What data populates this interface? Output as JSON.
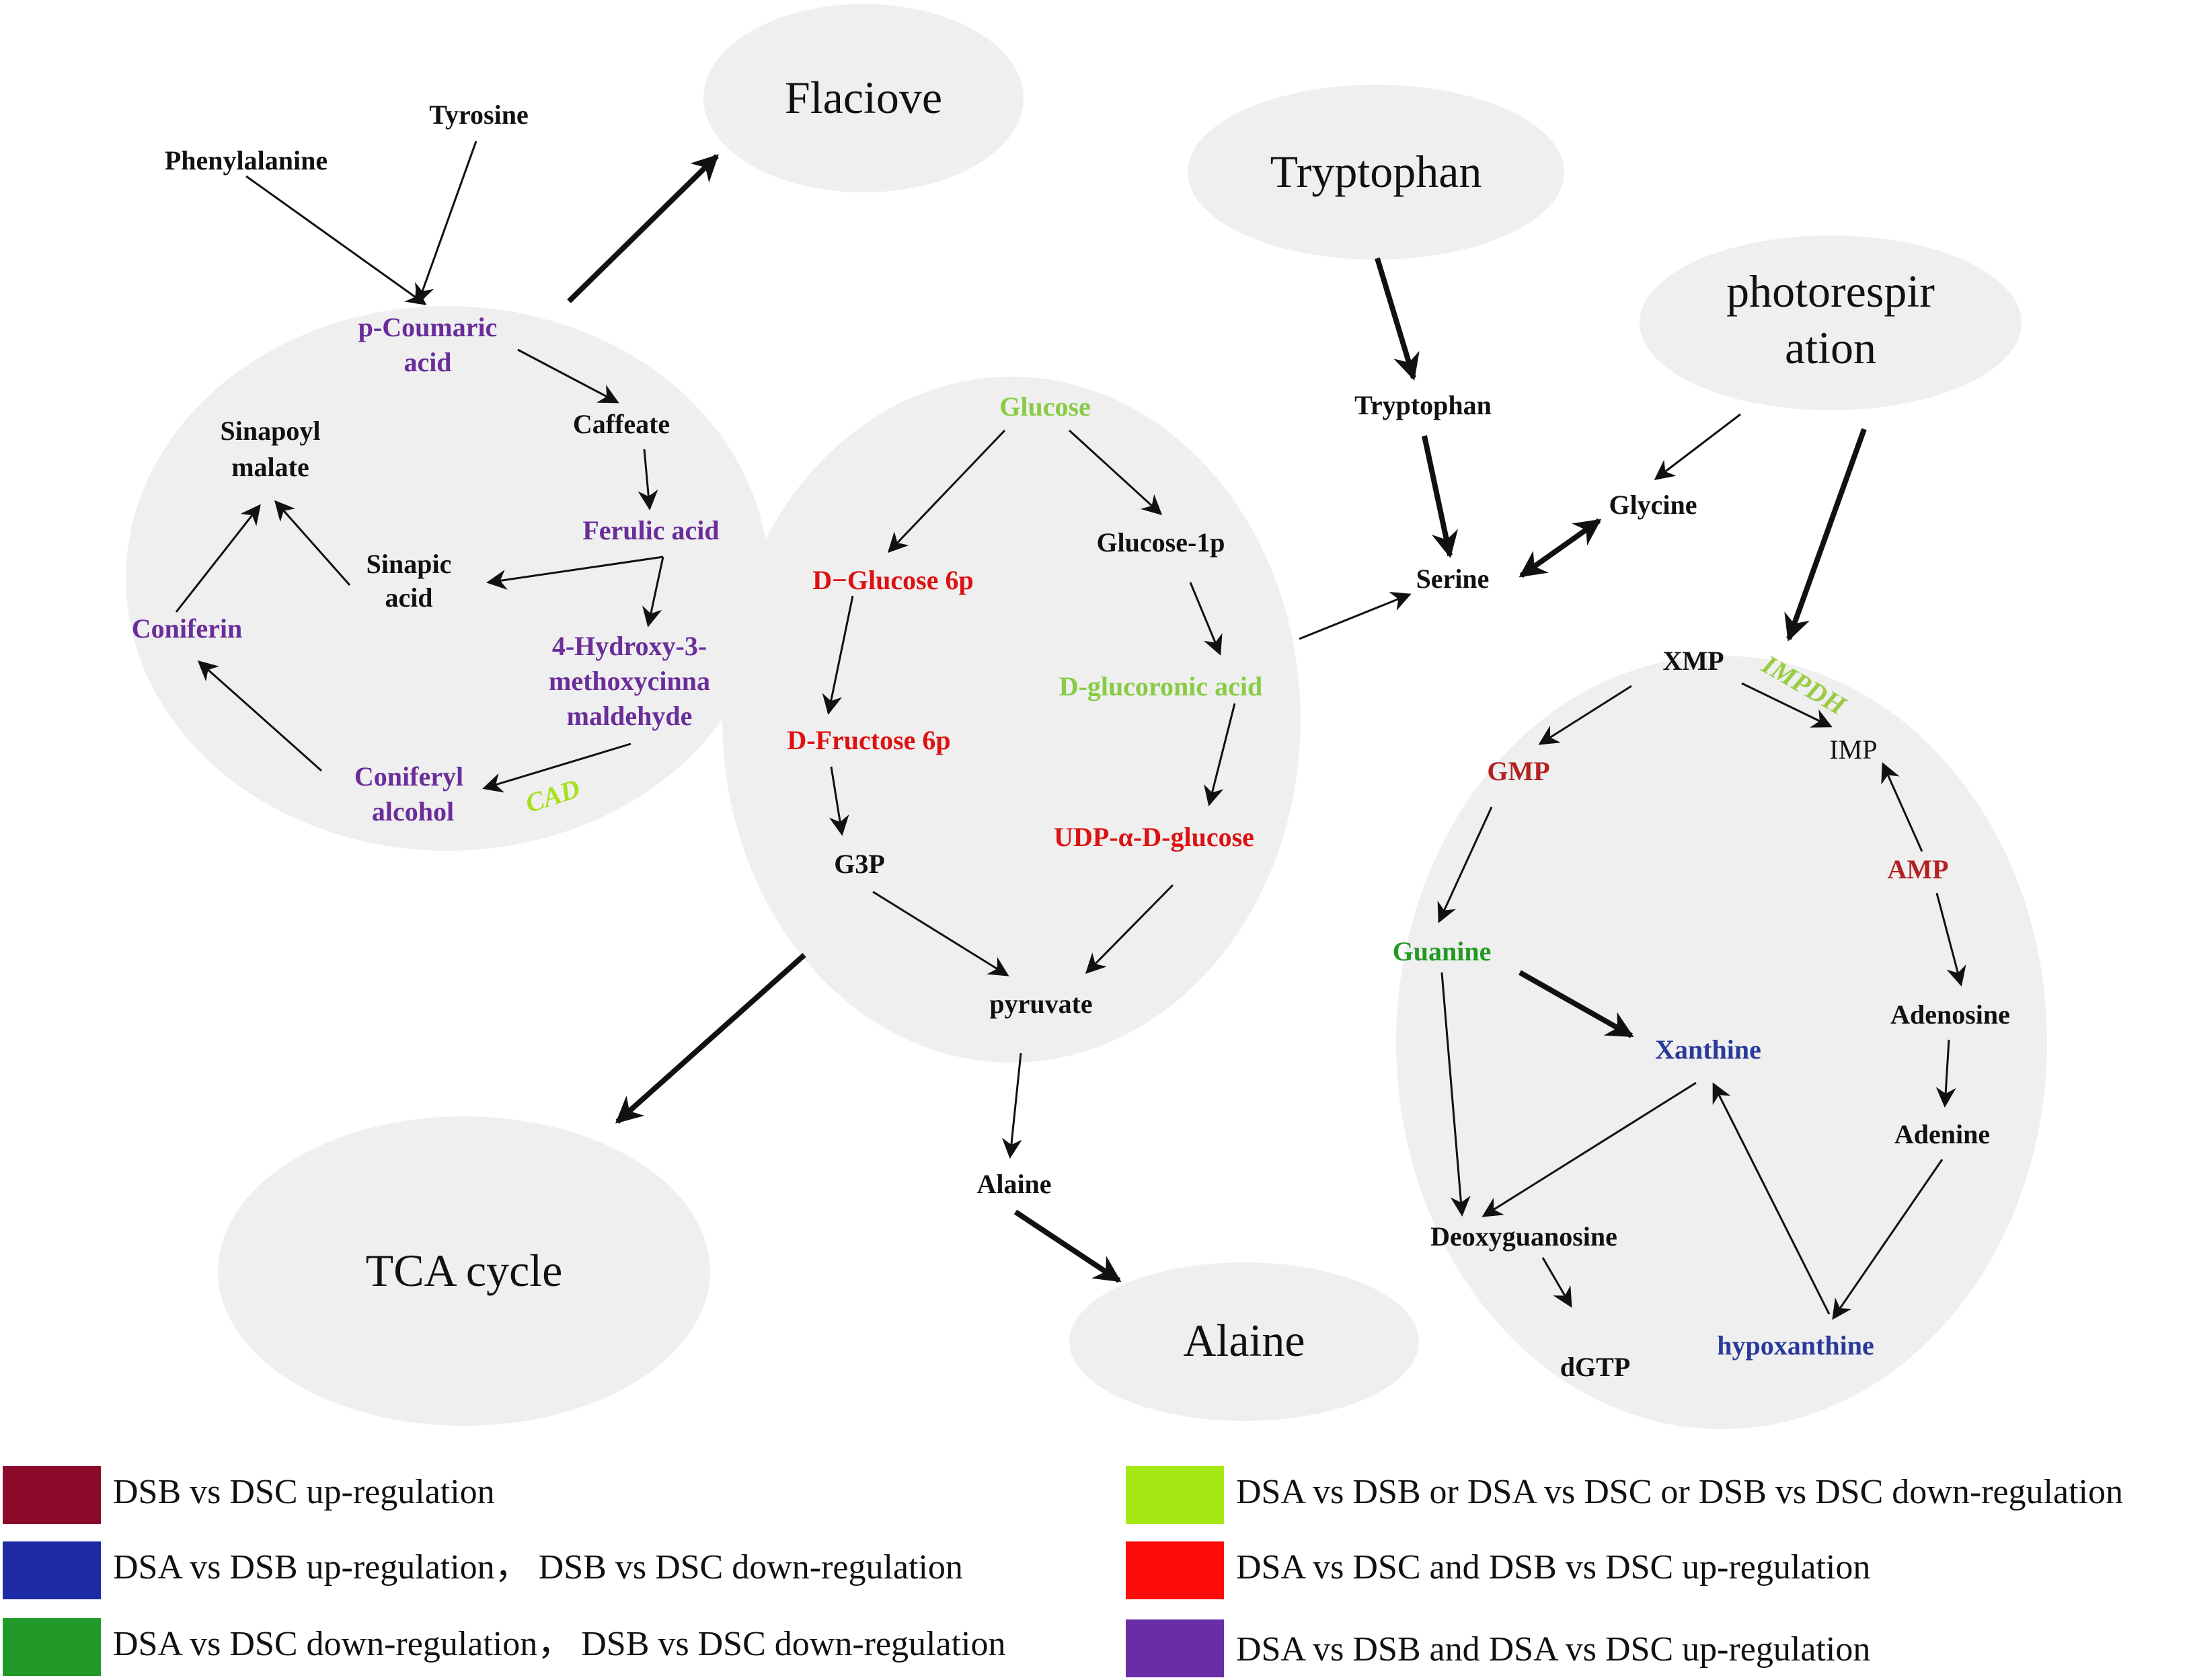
{
  "colors": {
    "ellipse_fill": "#efefef",
    "black": "#111111",
    "dark_red": "#8b1a1a",
    "blue": "#2a3a9a",
    "green": "#229922",
    "light_green": "#a8e01a",
    "red": "#dd1111",
    "purple": "#6a2d9a"
  },
  "big_ellipses": {
    "flaciove": "Flaciove",
    "tryptophan": "Tryptophan",
    "photorespiration_line1": "photorespir",
    "photorespiration_line2": "ation",
    "tca": "TCA cycle",
    "alaine": "Alaine"
  },
  "nodes": {
    "tyrosine": "Tyrosine",
    "phenylalanine": "Phenylalanine",
    "p_coumaric_1": "p-Coumaric",
    "p_coumaric_2": "acid",
    "caffeate": "Caffeate",
    "sinapoyl_1": "Sinapoyl",
    "sinapoyl_2": "malate",
    "ferulic": "Ferulic acid",
    "sinapic_1": "Sinapic",
    "sinapic_2": "acid",
    "coniferin": "Coniferin",
    "hydroxy_1": "4-Hydroxy-3-",
    "hydroxy_2": "methoxycinna",
    "hydroxy_3": "maldehyde",
    "coniferyl_1": "Coniferyl",
    "coniferyl_2": "alcohol",
    "cad": "CAD",
    "glucose": "Glucose",
    "glucose_1p": "Glucose-1p",
    "d_glucose_6p": "D−Glucose 6p",
    "d_glucoronic": "D-glucoronic acid",
    "d_fructose_6p": "D-Fructose 6p",
    "udp_glucose": "UDP-α-D-glucose",
    "g3p": "G3P",
    "pyruvate": "pyruvate",
    "alaine_small": "Alaine",
    "tryptophan_small": "Tryptophan",
    "glycine": "Glycine",
    "serine": "Serine",
    "xmp": "XMP",
    "impdh": "IMPDH",
    "imp": "IMP",
    "gmp": "GMP",
    "amp": "AMP",
    "guanine": "Guanine",
    "adenosine": "Adenosine",
    "xanthine": "Xanthine",
    "adenine": "Adenine",
    "deoxyguanosine": "Deoxyguanosine",
    "dgtp": "dGTP",
    "hypoxanthine": "hypoxanthine"
  },
  "legend": [
    {
      "color": "#8b0a2a",
      "label": "DSB vs DSC up-regulation"
    },
    {
      "color": "#a6e816",
      "label": "DSA vs DSB or DSA vs DSC or DSB vs DSC down-regulation"
    },
    {
      "color": "#1c2ba4",
      "label": "DSA vs DSB up-regulation， DSB vs DSC down-regulation"
    },
    {
      "color": "#ff0a0a",
      "label": "DSA vs DSC and DSB vs DSC up-regulation"
    },
    {
      "color": "#229a2a",
      "label": "DSA vs DSC down-regulation， DSB vs DSC down-regulation"
    },
    {
      "color": "#6a2da8",
      "label": "DSA vs DSB and DSA vs DSC up-regulation"
    }
  ]
}
